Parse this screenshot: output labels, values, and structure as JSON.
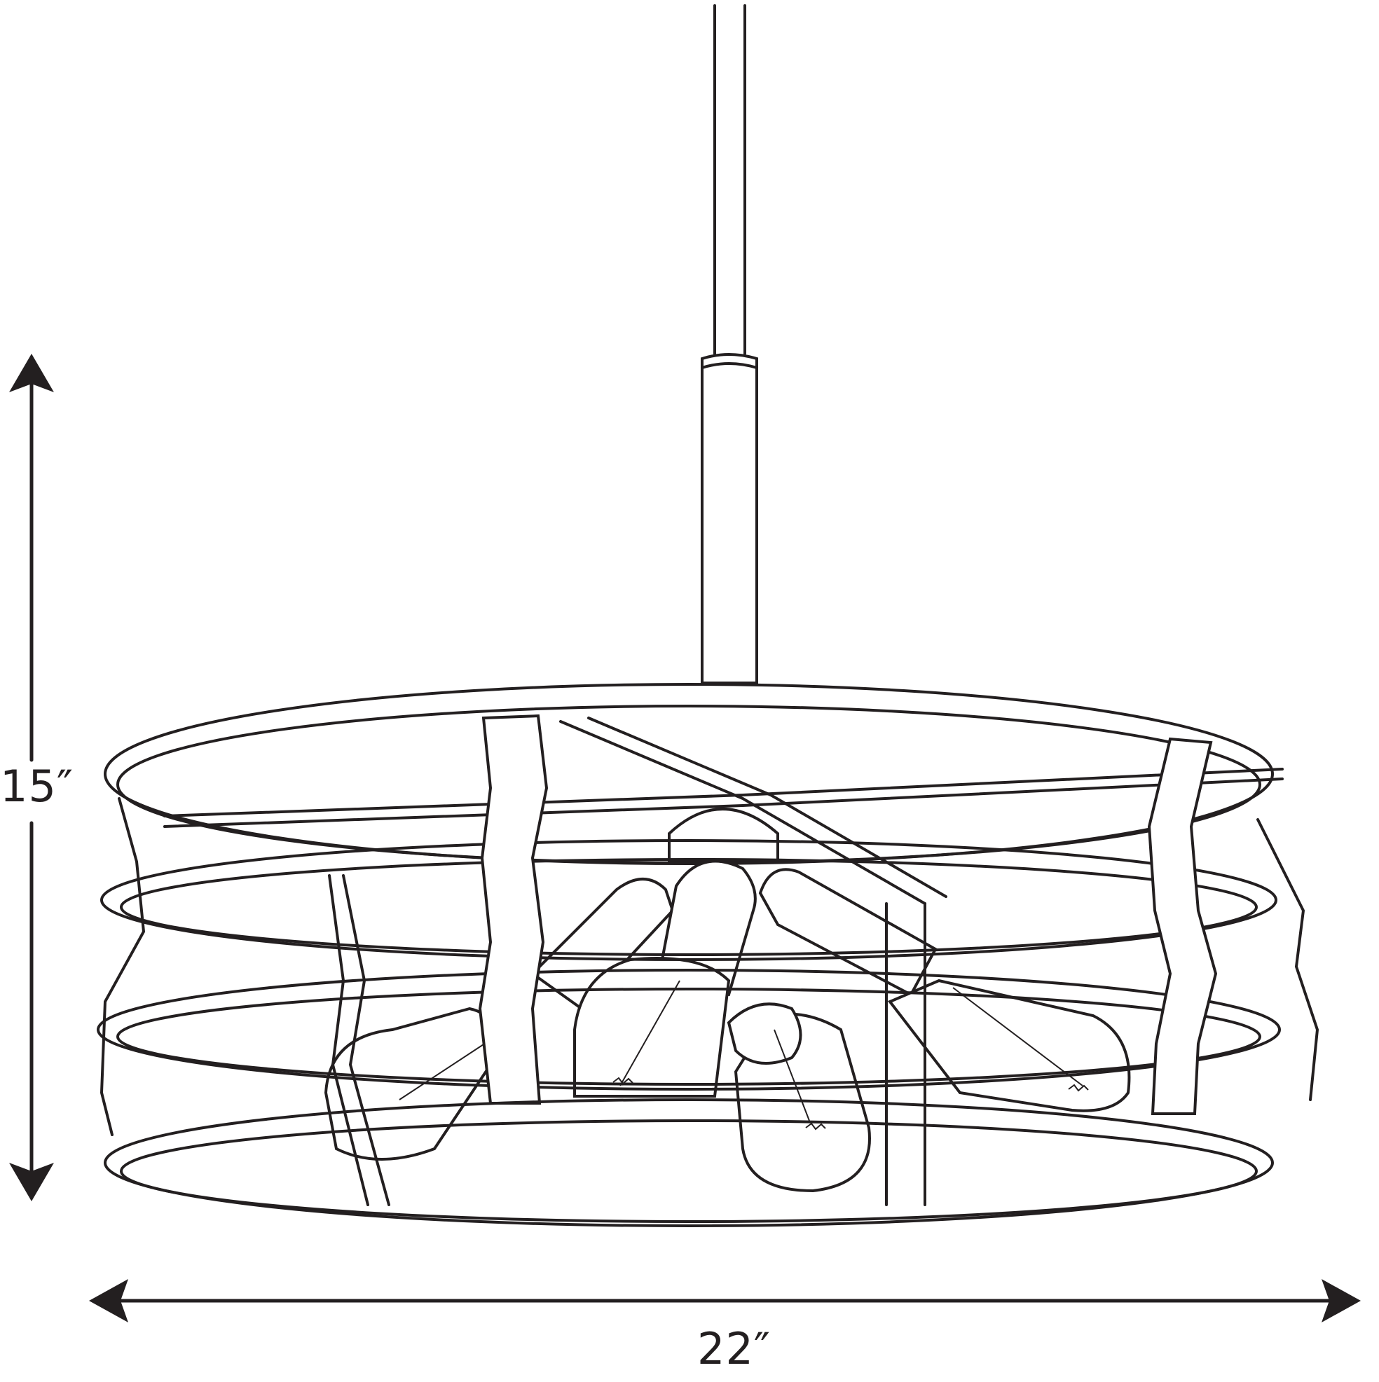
{
  "diagram": {
    "subject": "drum cage pendant light fixture",
    "style": "black line art on white",
    "line_color": "#231f20",
    "background_color": "#ffffff",
    "bulb_count": 5,
    "ring_count": 4
  },
  "dimensions": {
    "height": {
      "label": "15″",
      "value": 15,
      "unit": "in",
      "orientation": "vertical"
    },
    "width": {
      "label": "22″",
      "value": 22,
      "unit": "in",
      "orientation": "horizontal"
    }
  }
}
